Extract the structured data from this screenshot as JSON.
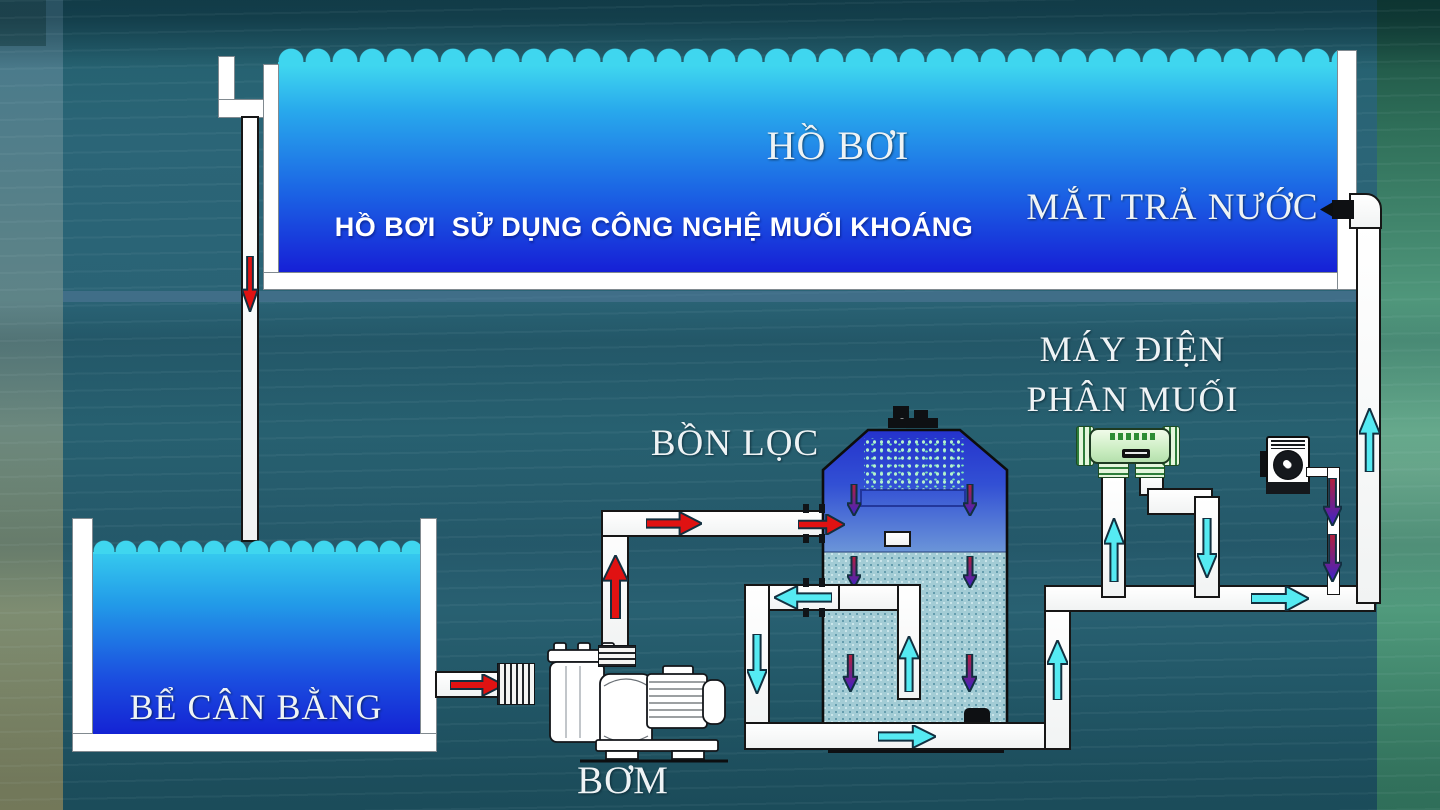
{
  "slide": {
    "pool": {
      "title": "HỒ BƠI",
      "subtitle": "HỒ BƠI  SỬ DỤNG CÔNG NGHỆ MUỐI KHOÁNG",
      "return_jet_label": "MẮT TRẢ NƯỚC"
    },
    "equipment": {
      "electrolyzer_label_line1": "MÁY ĐIỆN",
      "electrolyzer_label_line2": "PHÂN MUỐI",
      "filter_label": "BỒN LỌC",
      "balance_tank_label": "BỂ CÂN BẰNG",
      "pump_label": "BƠM"
    },
    "colors": {
      "background_teal": "#2a6375",
      "band_left_top": "#45788c",
      "band_left_bottom": "#8f8f65",
      "band_right_top": "#16483c",
      "band_right_mid": "#57a083",
      "band_right_bottom": "#3a8365",
      "water_top": "#3fd6ef",
      "water_deep": "#161fd6",
      "filter_blue_top": "#1d23c8",
      "filter_sand": "#a3ccd5",
      "pipe_outline": "#161616",
      "arrow_red": "#e01212",
      "arrow_cyan": "#55eaf2",
      "arrow_gradient_top": "#b5203a",
      "arrow_gradient_bottom": "#3a23cc",
      "arrow_outline": "#123040",
      "cell_green": "#cdeec4",
      "text_white": "#eef3f5"
    }
  }
}
